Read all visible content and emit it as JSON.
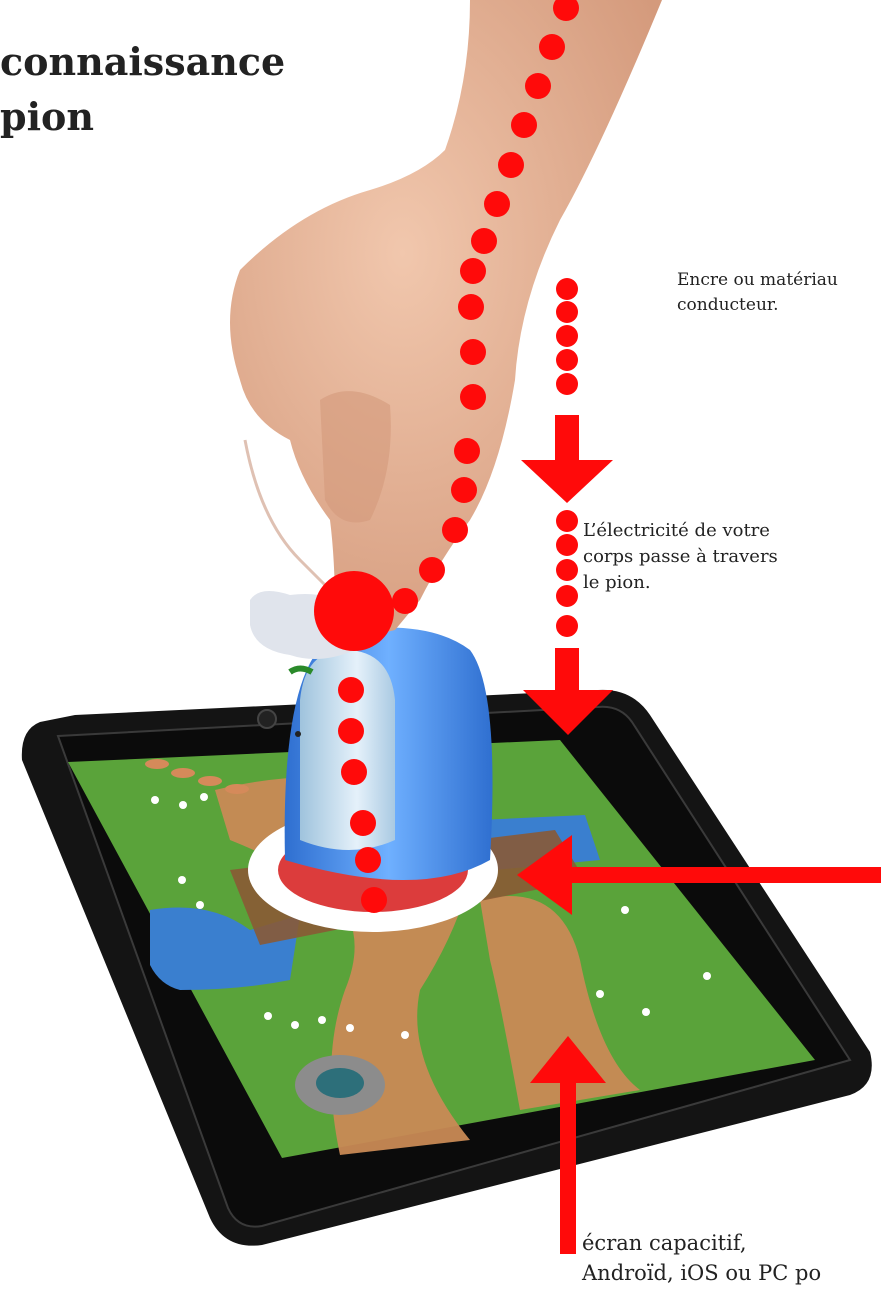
{
  "title": {
    "line1": "connaissance",
    "line2": "pion"
  },
  "labels": {
    "ink_line1": "Encre ou matériau",
    "ink_line2": "conducteur.",
    "electricity_line1": "L’électricité de votre",
    "electricity_line2": "corps passe à travers",
    "electricity_line3": "le pion.",
    "screen_line1": "écran capacitif,",
    "screen_line2": "Androïd, iOS ou PC po"
  },
  "colors": {
    "accent_red": "#ff0a0a",
    "tablet_bezel": "#141414",
    "grass": "#5aa33a",
    "path": "#c98a55",
    "river": "#3a7fcf",
    "pawn_blue": "#4a8fe0",
    "skin": "#e3b193"
  }
}
